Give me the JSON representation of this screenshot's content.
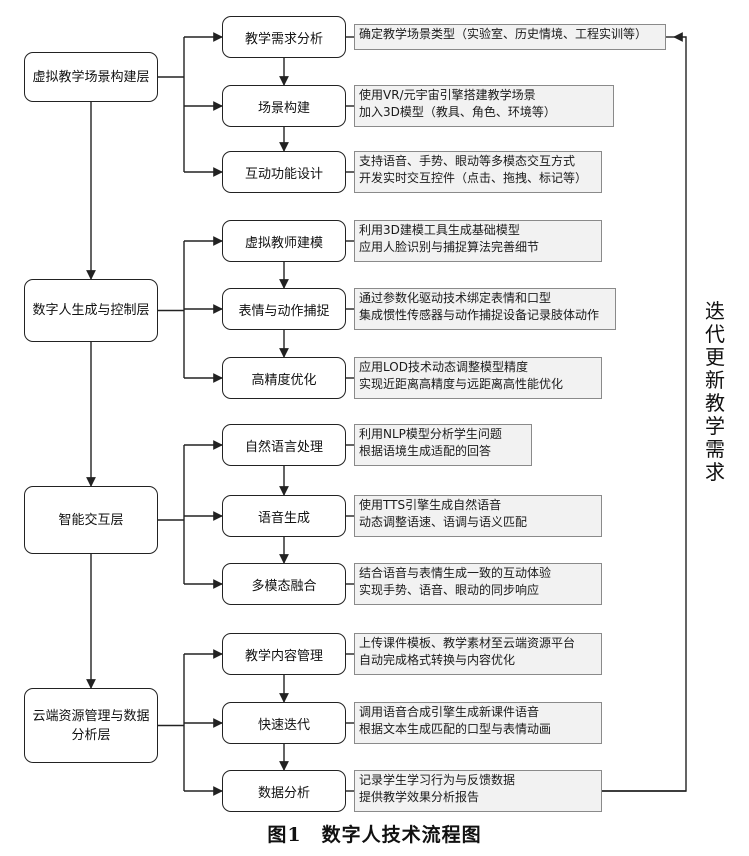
{
  "layers": [
    {
      "name": "虚拟教学场景构建层",
      "steps": [
        {
          "label": "教学需求分析",
          "details": [
            "确定教学场景类型（实验室、历史情境、工程实训等）"
          ]
        },
        {
          "label": "场景构建",
          "details": [
            "使用VR/元宇宙引擎搭建教学场景",
            "加入3D模型（教具、角色、环境等）"
          ]
        },
        {
          "label": "互动功能设计",
          "details": [
            "支持语音、手势、眼动等多模态交互方式",
            "开发实时交互控件（点击、拖拽、标记等）"
          ]
        }
      ]
    },
    {
      "name": "数字人生成与控制层",
      "steps": [
        {
          "label": "虚拟教师建模",
          "details": [
            "利用3D建模工具生成基础模型",
            "应用人脸识别与捕捉算法完善细节"
          ]
        },
        {
          "label": "表情与动作捕捉",
          "details": [
            "通过参数化驱动技术绑定表情和口型",
            "集成惯性传感器与动作捕捉设备记录肢体动作"
          ]
        },
        {
          "label": "高精度优化",
          "details": [
            "应用LOD技术动态调整模型精度",
            "实现近距离高精度与远距离高性能优化"
          ]
        }
      ]
    },
    {
      "name": "智能交互层",
      "steps": [
        {
          "label": "自然语言处理",
          "details": [
            "利用NLP模型分析学生问题",
            "根据语境生成适配的回答"
          ]
        },
        {
          "label": "语音生成",
          "details": [
            "使用TTS引擎生成自然语音",
            "动态调整语速、语调与语义匹配"
          ]
        },
        {
          "label": "多模态融合",
          "details": [
            "结合语音与表情生成一致的互动体验",
            "实现手势、语音、眼动的同步响应"
          ]
        }
      ]
    },
    {
      "name": "云端资源管理与数据\n分析层",
      "steps": [
        {
          "label": "教学内容管理",
          "details": [
            "上传课件模板、教学素材至云端资源平台",
            "自动完成格式转换与内容优化"
          ]
        },
        {
          "label": "快速迭代",
          "details": [
            "调用语音合成引擎生成新课件语音",
            "根据文本生成匹配的口型与表情动画"
          ]
        },
        {
          "label": "数据分析",
          "details": [
            "记录学生学习行为与反馈数据",
            "提供教学效果分析报告"
          ]
        }
      ]
    }
  ],
  "feedback_label": [
    "迭",
    "代",
    "更",
    "新",
    "教",
    "学",
    "需",
    "求"
  ],
  "caption": "图1　数字人技术流程图"
}
